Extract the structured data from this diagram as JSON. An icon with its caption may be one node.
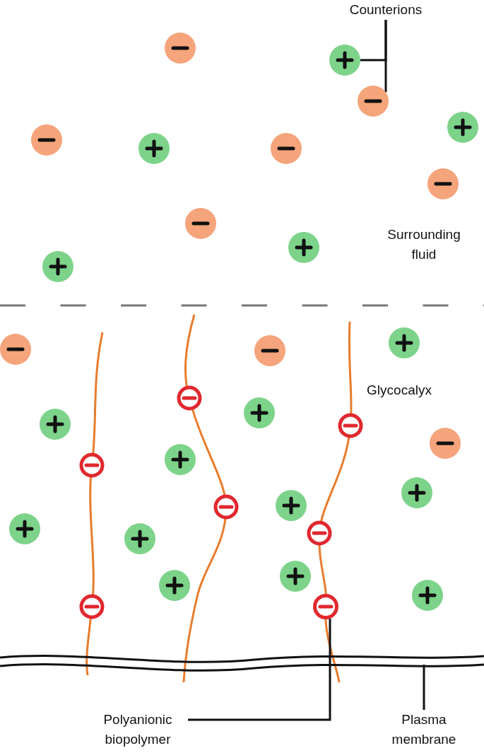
{
  "diagram": {
    "nodes": [
      {
        "text": [
          "Counterions"
        ]
      },
      {
        "text": [],
        "shape": "circle"
      },
      {
        "text": [],
        "shape": "circle"
      },
      {
        "text": [
          "Surrounding fluid"
        ]
      },
      {
        "text": [
          "Glycocalyx"
        ]
      },
      {
        "text": [],
        "shape": "circle"
      },
      {
        "text": [
          "Polyanionic biopolymer"
        ]
      },
      {
        "text": [
          "Plasma membrane"
        ]
      }
    ],
    "edges": [
      {
        "from": 0,
        "to": 1,
        "arrow": "none"
      },
      {
        "from": 0,
        "to": 2,
        "arrow": "none"
      },
      {
        "from": 6,
        "to": 5,
        "arrow": "none"
      },
      {
        "from": 7,
        "to": null,
        "arrow": "none"
      }
    ]
  }
}
